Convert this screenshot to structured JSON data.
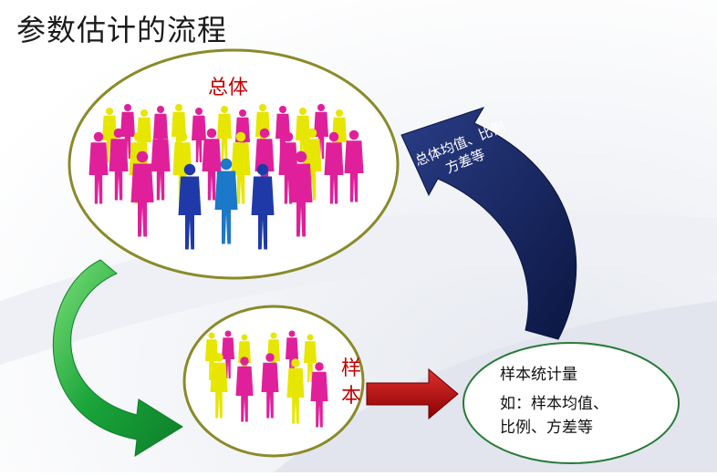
{
  "title": "参数估计的流程",
  "population": {
    "label": "总体"
  },
  "sample": {
    "label_chars": [
      "样",
      "本"
    ]
  },
  "feedback_arrow": {
    "line1": "总体均值、比例",
    "line2": "方差等"
  },
  "statistic": {
    "line1": "样本统计量",
    "line2": "如：样本均值、",
    "line3": "比例、方差等"
  },
  "colors": {
    "ellipse_stroke": "#8a8a2a",
    "stat_ellipse_stroke": "#2a7a3a",
    "green_arrow": "#1aa53a",
    "red_arrow": "#b00000",
    "navy_arrow": "#13235c",
    "figure_pink": "#e0209a",
    "figure_yellow": "#e6e600",
    "figure_blue": "#1f3aa8",
    "figure_teal": "#1c78c8"
  }
}
